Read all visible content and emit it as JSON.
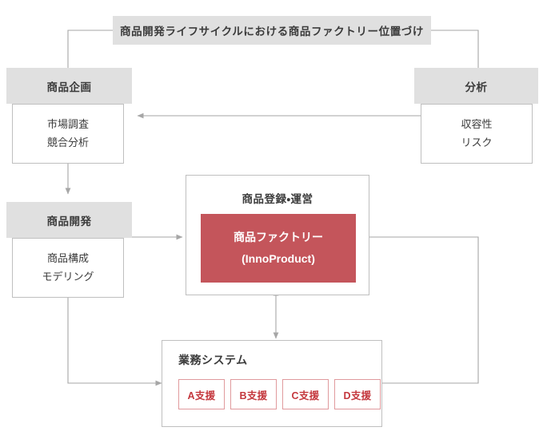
{
  "banner": {
    "label": "商品開発ライフサイクルにおける商品ファクトリー位置づけ"
  },
  "nodes": {
    "planning": {
      "header": "商品企画",
      "items": [
        "市場調査",
        "競合分析"
      ]
    },
    "analysis": {
      "header": "分析",
      "items": [
        "収容性",
        "リスク"
      ]
    },
    "development": {
      "header": "商品開発",
      "items": [
        "商品構成",
        "モデリング"
      ]
    },
    "registration": {
      "title": "商品登録・運営",
      "product": {
        "name": "商品ファクトリー",
        "subname": "(InnoProduct)"
      }
    },
    "business_system": {
      "title": "業務システム",
      "chips": [
        "A支援",
        "B支援",
        "C支援",
        "D支援"
      ]
    }
  },
  "colors": {
    "header_gray": "#e0e0e0",
    "border_gray": "#bfbfbf",
    "line_gray": "#a6a6a6",
    "text_dark": "#3b3b3b",
    "accent_red": "#c4555b",
    "chip_border": "#e09a9d",
    "chip_text": "#c4373d",
    "background": "#ffffff"
  }
}
